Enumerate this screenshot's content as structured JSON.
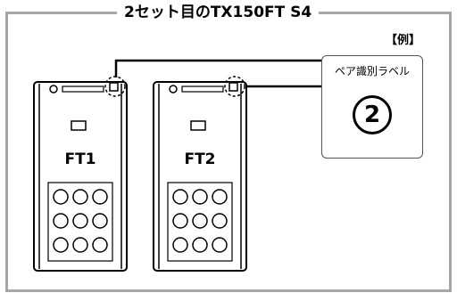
{
  "title": "2セット目のTX150FT S4",
  "example_label": "【例】",
  "label_card": {
    "caption": "ペア識別ラベル",
    "number": "2"
  },
  "handsets": [
    {
      "label": "FT1"
    },
    {
      "label": "FT2"
    }
  ],
  "colors": {
    "frame": "#a6a6a6",
    "line": "#000000",
    "body": "#ffffff"
  }
}
